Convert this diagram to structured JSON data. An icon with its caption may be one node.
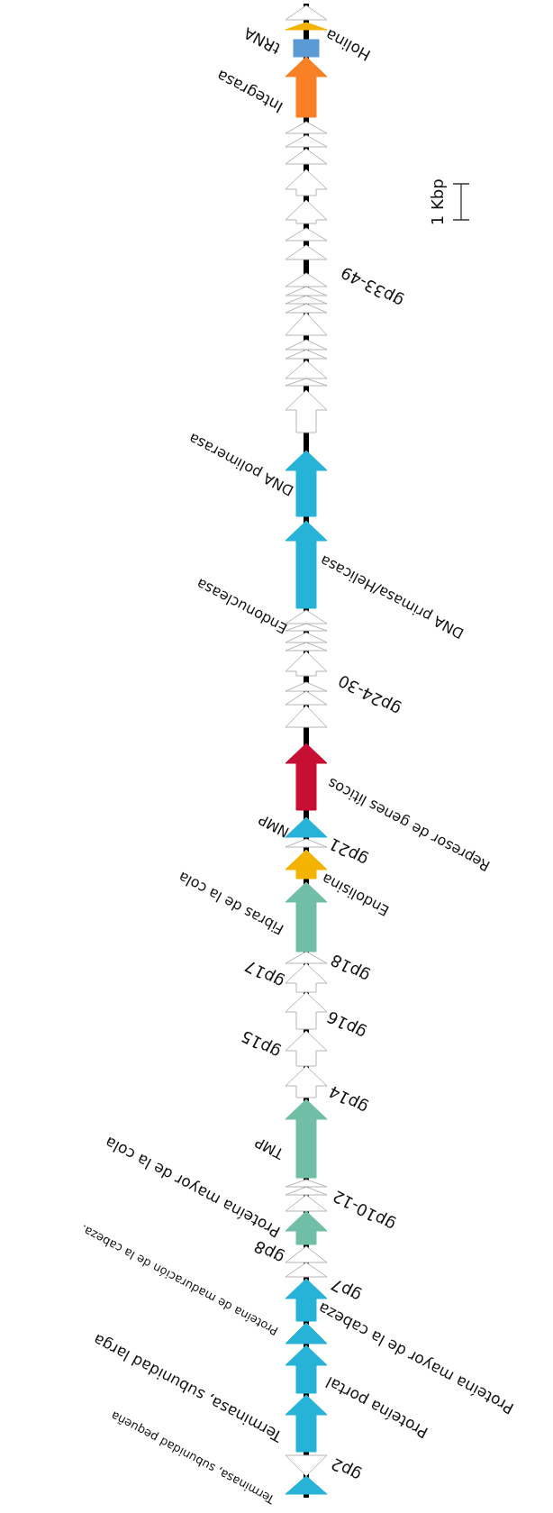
{
  "diagram": {
    "labels": [
      "Holina",
      "tRNA",
      "Integrasa",
      "1 Kbp",
      "gp33-49",
      "DNA polimerasa",
      "DNA primasa/Helicasa",
      "Endonucleasa",
      "gp24-30",
      "Represor de genes líticos",
      "NMP",
      "gp21",
      "Endolisina",
      "Fibras de la cola",
      "gp18",
      "gp17",
      "gp16",
      "gp15",
      "gp14",
      "TMP",
      "gp10-12",
      "Proteína mayor de la cola",
      "gp8",
      "gp7",
      "Proteína mayor de la cabeza",
      "Proteína de maduración de la cabeza.",
      "Proteína portal",
      "Terminasa, subunidad larga",
      "gp2",
      "Terminasa, subunidad pequeña"
    ]
  }
}
